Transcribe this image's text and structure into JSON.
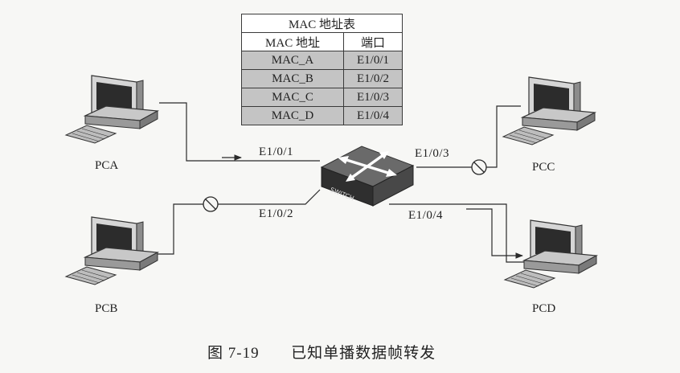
{
  "mac_table": {
    "title": "MAC 地址表",
    "headers": [
      "MAC 地址",
      "端口"
    ],
    "rows": [
      {
        "mac": "MAC_A",
        "port": "E1/0/1"
      },
      {
        "mac": "MAC_B",
        "port": "E1/0/2"
      },
      {
        "mac": "MAC_C",
        "port": "E1/0/3"
      },
      {
        "mac": "MAC_D",
        "port": "E1/0/4"
      }
    ]
  },
  "hosts": {
    "pca": "PCA",
    "pcb": "PCB",
    "pcc": "PCC",
    "pcd": "PCD"
  },
  "ports": {
    "p1": "E1/0/1",
    "p2": "E1/0/2",
    "p3": "E1/0/3",
    "p4": "E1/0/4"
  },
  "switch_label": "SWITCH",
  "caption": {
    "figure_no": "图 7-19",
    "text": "已知单播数据帧转发"
  }
}
